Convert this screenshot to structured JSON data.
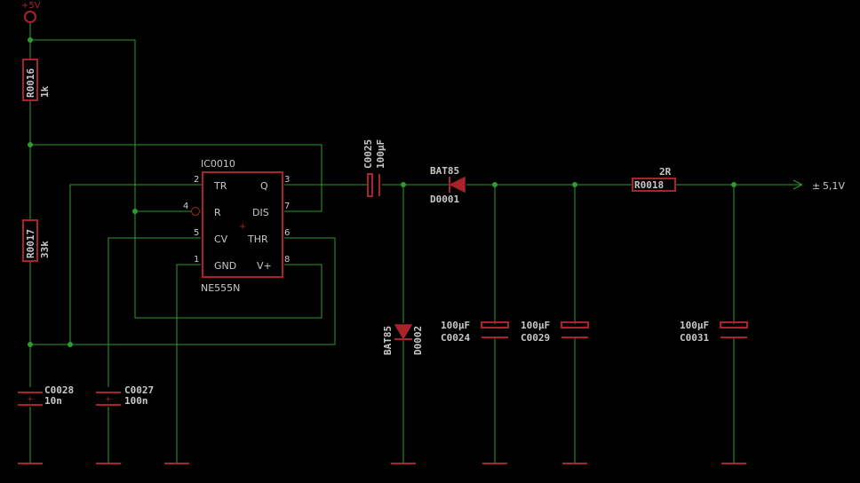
{
  "supply": {
    "label": "+5V"
  },
  "output": {
    "label": "5,1V"
  },
  "ic": {
    "name": "IC0010",
    "type": "NE555N",
    "pins": [
      {
        "num": "2",
        "name": "TR"
      },
      {
        "num": "4",
        "name": "R"
      },
      {
        "num": "5",
        "name": "CV"
      },
      {
        "num": "1",
        "name": "GND"
      },
      {
        "num": "3",
        "name": "Q"
      },
      {
        "num": "7",
        "name": "DIS"
      },
      {
        "num": "6",
        "name": "THR"
      },
      {
        "num": "8",
        "name": "V+"
      }
    ]
  },
  "resistors": [
    {
      "ref": "R0016",
      "value": "1k"
    },
    {
      "ref": "R0017",
      "value": "33k"
    },
    {
      "ref": "R0018",
      "value": "2R"
    }
  ],
  "capacitors": [
    {
      "ref": "C0028",
      "value": "10n"
    },
    {
      "ref": "C0027",
      "value": "100n"
    },
    {
      "ref": "C0025",
      "value": "100µF"
    },
    {
      "ref": "C0024",
      "value": "100µF"
    },
    {
      "ref": "C0029",
      "value": "100µF"
    },
    {
      "ref": "C0031",
      "value": "100µF"
    }
  ],
  "diodes": [
    {
      "ref": "D0001",
      "value": "BAT85"
    },
    {
      "ref": "D0002",
      "value": "BAT85"
    }
  ]
}
